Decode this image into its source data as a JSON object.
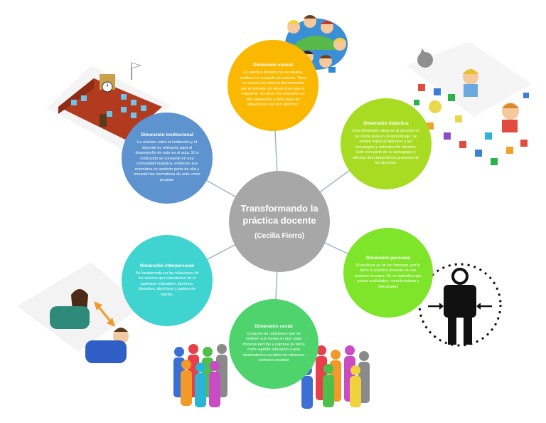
{
  "center": {
    "title": "Transformando la práctica docente",
    "author": "(Cecilia Fierro)",
    "color": "#a7a7a7"
  },
  "dimensions": [
    {
      "id": "valoral",
      "title": "Dimensión valoral",
      "text": "La práctica docente no es neutral, conlleva un conjunto de valores. Toma en cuenta los valores demostrados por el docente en situaciones que lo requieren. Es decir, los maestros se ven expuestos a toda clase de situaciones con sus alumnos.",
      "color": "#fbb800"
    },
    {
      "id": "didactica",
      "title": "Dimensión didáctica",
      "text": "Esta dimensión observa al docente en su rol de guía en el aprendizaje; se presta especial atención a las estrategias y métodos del docente. Esto son parte de su pedagogía y afectan directamente los procesos de los alumnos.",
      "color": "#a8dc23"
    },
    {
      "id": "personal",
      "title": "Dimensión personal",
      "text": "El profesor es un ser humano, por lo tanto la práctica docente es una práctica humana. Es un individuo que posee cualidades, características y dificultades",
      "color": "#7fe52a"
    },
    {
      "id": "social",
      "title": "Dimensión social",
      "text": "Conjunto de relaciones que se refieren a la forma en que cada docente percibe y expresa su tarea como agente educativo cuyos destinatarios sociales son diversos sectores sociales",
      "color": "#4ed36d"
    },
    {
      "id": "interpersonal",
      "title": "Dimensión interpersonal",
      "text": "Se fundamenta en las relaciones de los actores que intervienen en el quehacer educativo: alumnos, docentes, directivos y padres de familia.",
      "color": "#3fd4cf"
    },
    {
      "id": "institucional",
      "title": "Dimensión institucional",
      "text": "La relación entre la institución y el docente es relevante para el desempeño de este en el aula. Si la institución se convierte en una comunidad orgánica, entonces sus miembros se sentirán parte de ella y tomarán las normativas de esta como propias.",
      "color": "#5d93cf"
    }
  ],
  "illustrations": [
    "kids-ball-icon",
    "school-building-icon",
    "kids-blocks-icon",
    "person-arrows-icon",
    "two-people-icon",
    "crowd-icon"
  ],
  "connector_color": "#9fb6cf"
}
